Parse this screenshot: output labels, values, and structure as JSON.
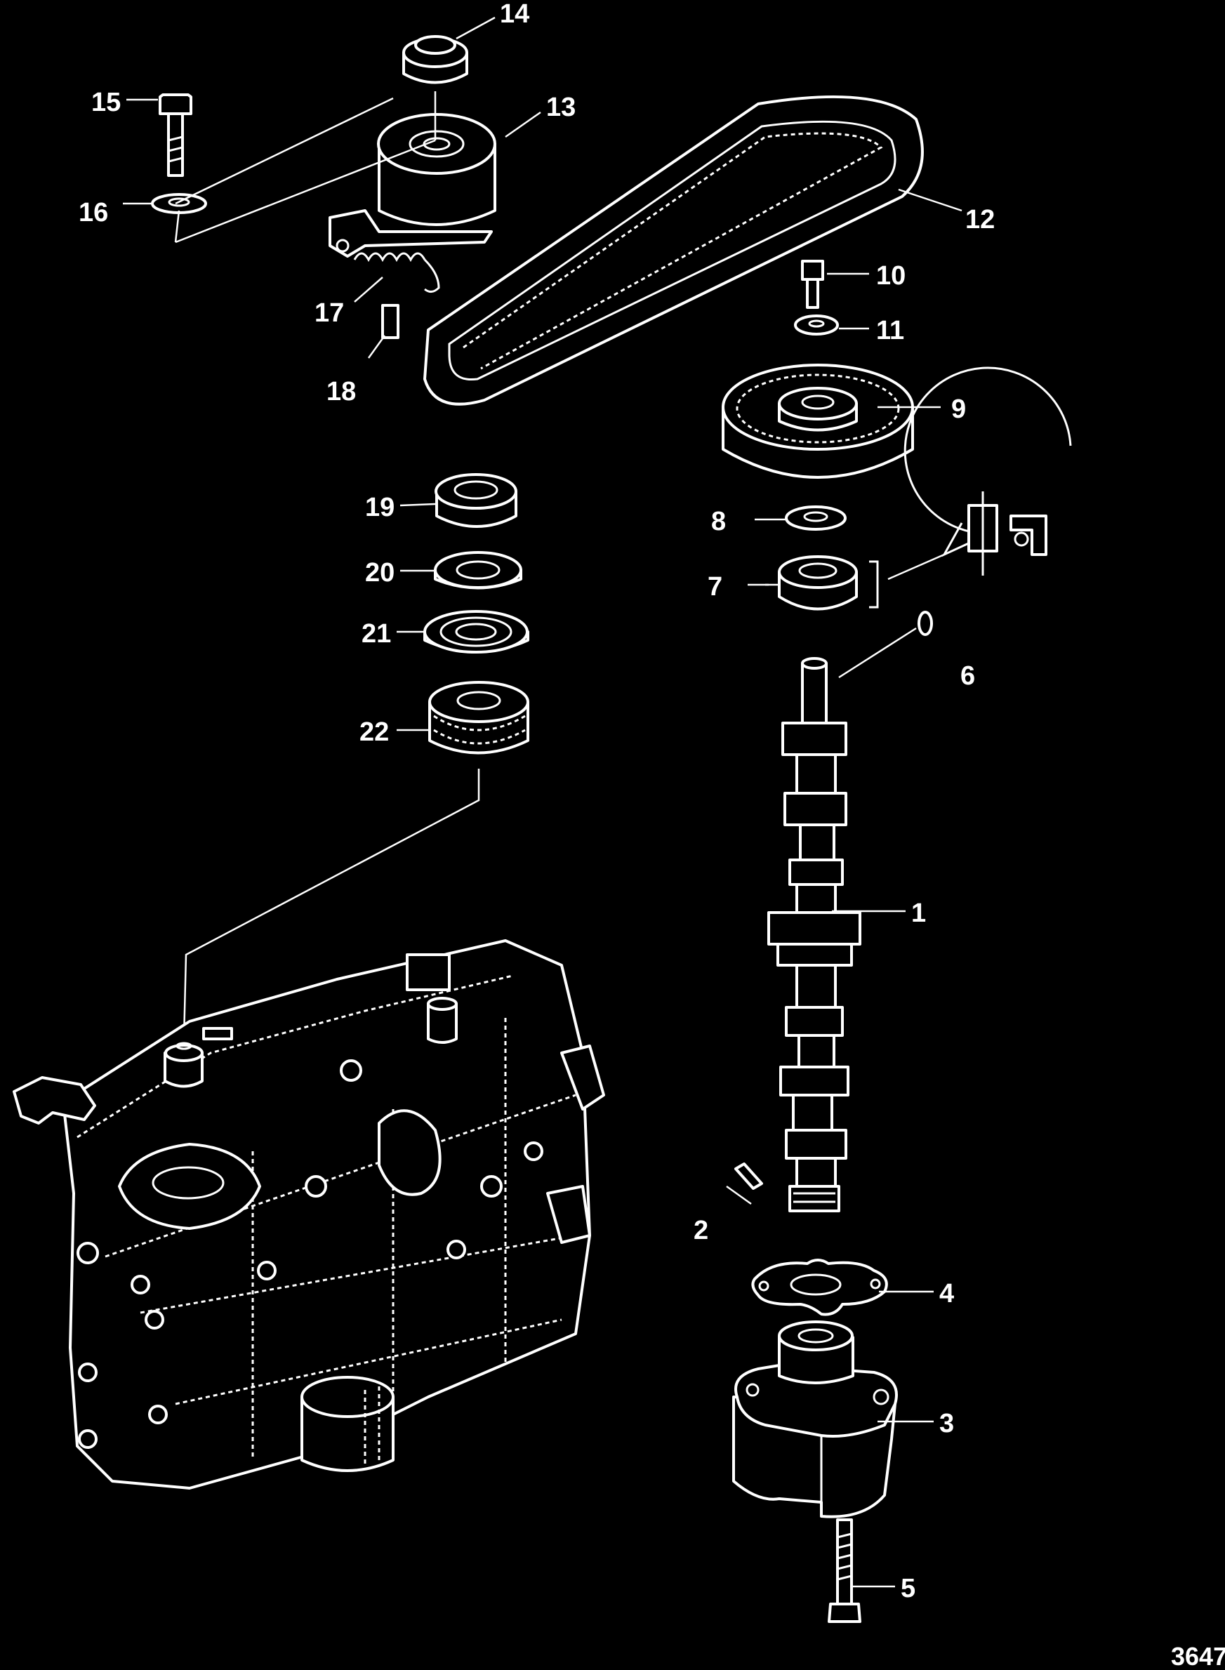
{
  "figure_number": "3647",
  "callouts": [
    {
      "id": "1",
      "label": "1"
    },
    {
      "id": "2",
      "label": "2"
    },
    {
      "id": "3",
      "label": "3"
    },
    {
      "id": "4",
      "label": "4"
    },
    {
      "id": "5",
      "label": "5"
    },
    {
      "id": "6",
      "label": "6"
    },
    {
      "id": "7",
      "label": "7"
    },
    {
      "id": "8",
      "label": "8"
    },
    {
      "id": "9",
      "label": "9"
    },
    {
      "id": "10",
      "label": "10"
    },
    {
      "id": "11",
      "label": "11"
    },
    {
      "id": "12",
      "label": "12"
    },
    {
      "id": "13",
      "label": "13"
    },
    {
      "id": "14",
      "label": "14"
    },
    {
      "id": "15",
      "label": "15"
    },
    {
      "id": "16",
      "label": "16"
    },
    {
      "id": "17",
      "label": "17"
    },
    {
      "id": "18",
      "label": "18"
    },
    {
      "id": "19",
      "label": "19"
    },
    {
      "id": "20",
      "label": "20"
    },
    {
      "id": "21",
      "label": "21"
    },
    {
      "id": "22",
      "label": "22"
    }
  ],
  "colors": {
    "background": "#000000",
    "line": "#ffffff",
    "text": "#ffffff"
  }
}
